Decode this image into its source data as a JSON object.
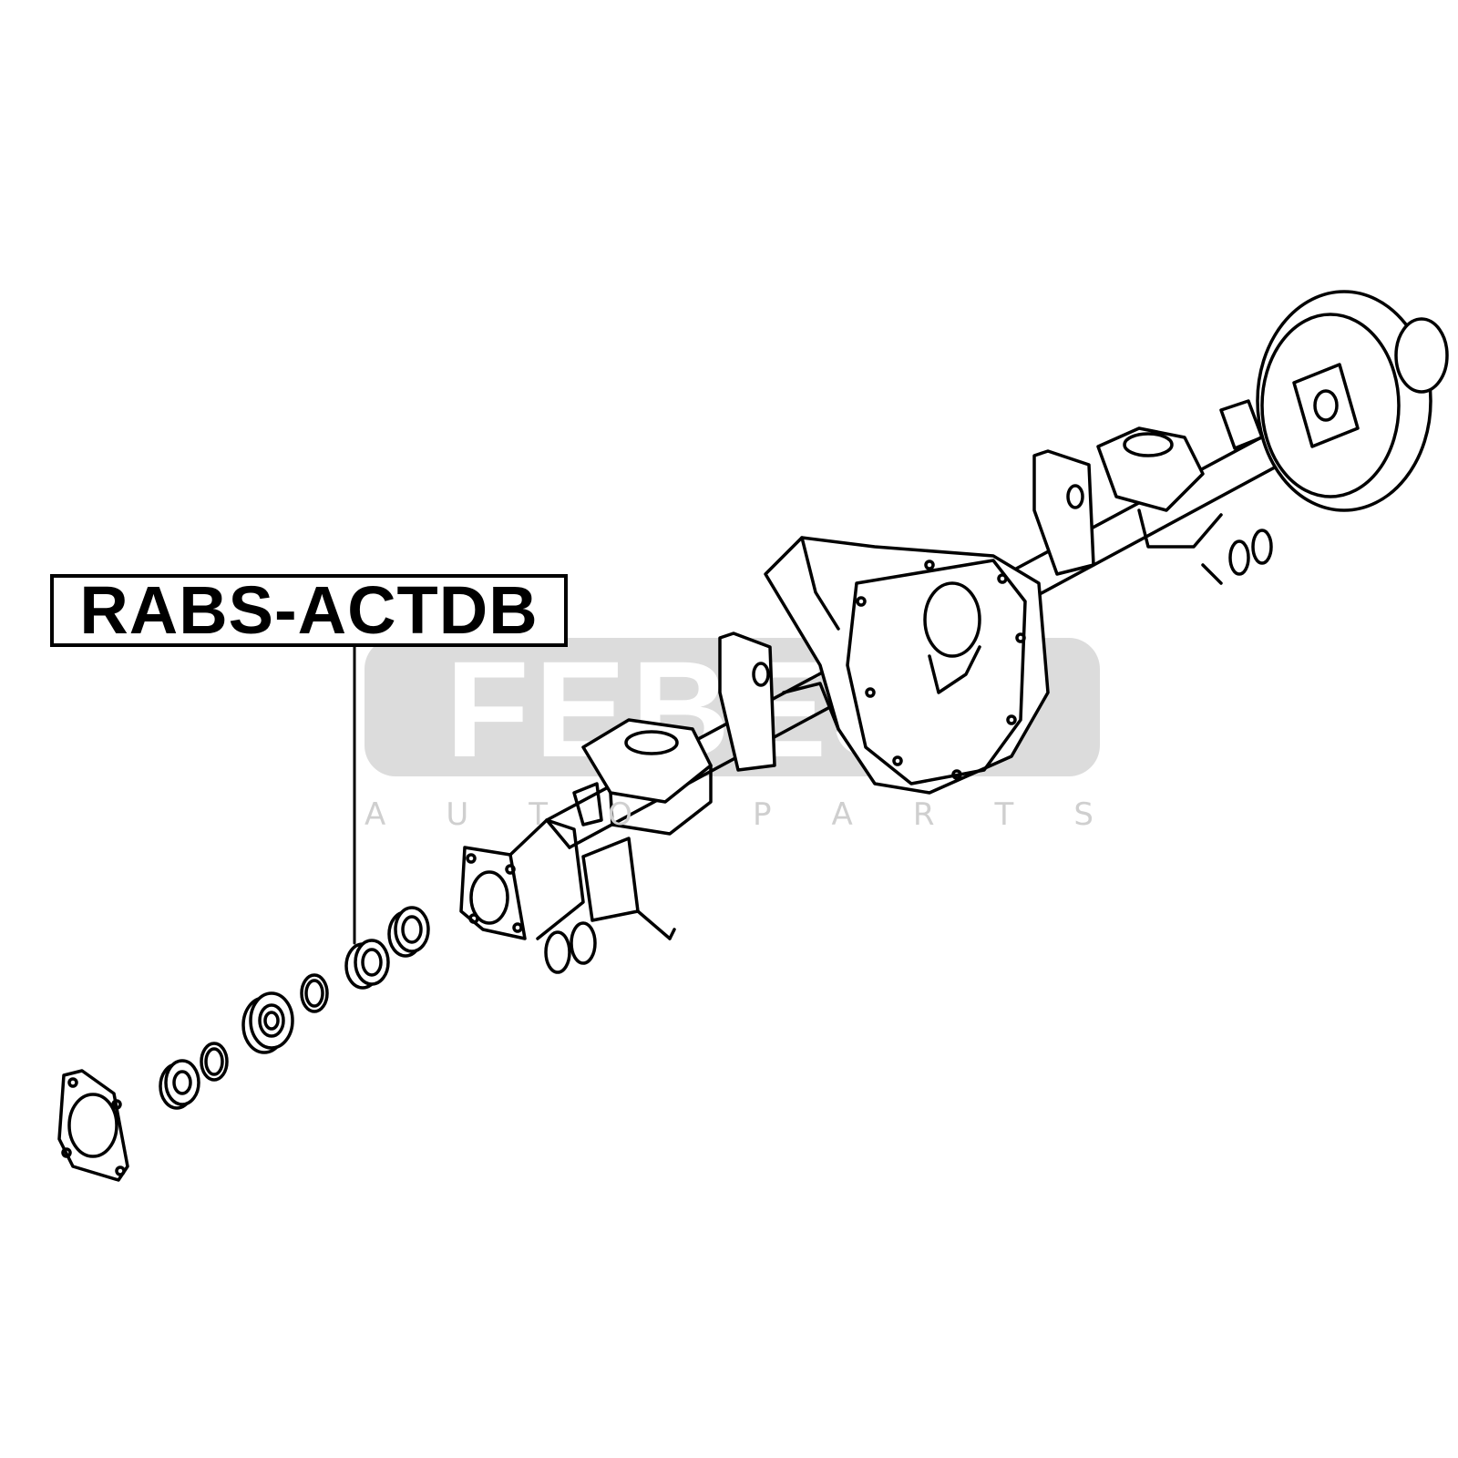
{
  "part_label": "RABS-ACTDB",
  "watermark": {
    "brand": "FEBEST",
    "tagline_letters": [
      "A",
      "U",
      "T",
      "O",
      "",
      "P",
      "A",
      "R",
      "T",
      "S"
    ],
    "color": "#dcdcdc"
  },
  "line_color": "#000000",
  "background": "#ffffff"
}
